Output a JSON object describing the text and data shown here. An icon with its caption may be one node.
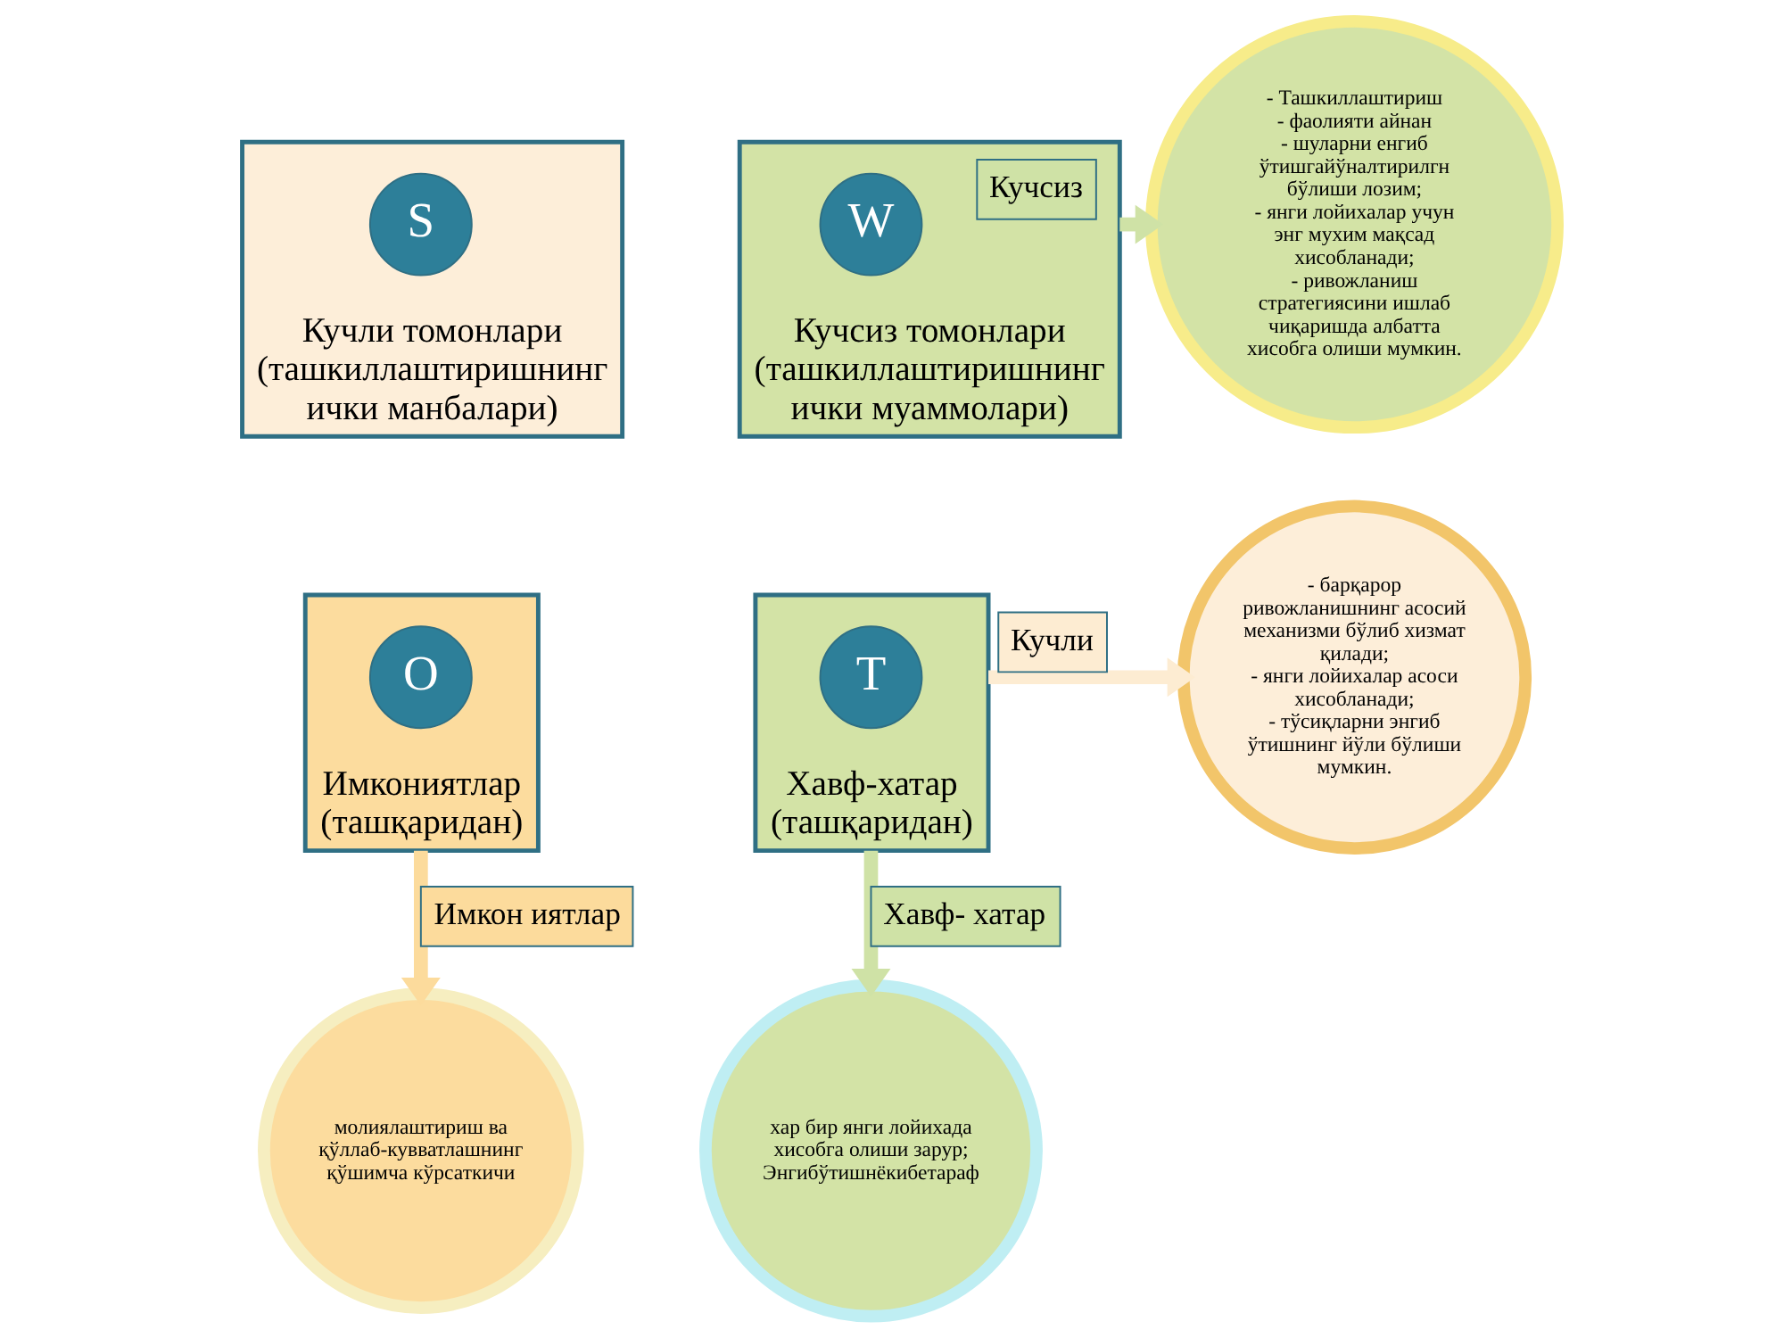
{
  "diagram": {
    "nodes": [
      {
        "text": [
          "Кучли томонлари (ташкиллаштиришнинг ички манбалари)"
        ]
      },
      {
        "text": [
          "S"
        ],
        "in": 0
      },
      {
        "text": [
          "Кучсиз томонлари (ташкиллаштиришнинг ички муаммолари)"
        ]
      },
      {
        "text": [
          "W"
        ],
        "in": 2
      },
      {
        "text": [
          "- Ташкиллаштириш",
          "- фаолияти айнан",
          "- шуларни енгиб ўтишгайўналтирилгн бўлиши лозим;",
          "- янги лойихалар учун энг мухим мақсад хисобланади;",
          "- ривожланиш стратегиясини ишлаб чиқаришда албатта хисобга олиши мумкин."
        ]
      },
      {
        "text": [
          "Имкониятлар (ташқаридан)"
        ]
      },
      {
        "text": [
          "O"
        ],
        "in": 5
      },
      {
        "text": [
          "Хавф-хатар (ташқаридан)"
        ]
      },
      {
        "text": [
          "T"
        ],
        "in": 7
      },
      {
        "text": [
          "- барқарор ривожланишнинг асосий механизми бўлиб хизмат қилади;",
          "- янги лойихалар асоси хисобланади;",
          "- тўсиқларни энгиб ўтишнинг йўли бўлиши мумкин."
        ]
      },
      {
        "text": [
          "молиялаштириш ва қўллаб-кувватлашнинг қўшимча кўрсаткичи"
        ]
      },
      {
        "text": [
          "хар бир янги лойихада хисобга олиши зарур;",
          "Энгибўтишнёкибетараф"
        ]
      }
    ],
    "edges": [
      {
        "from": 2,
        "to": 4,
        "arrow": "to",
        "label": "Кучсиз",
        "color": "#cfe2a6"
      },
      {
        "from": 7,
        "to": 9,
        "arrow": "to",
        "label": "Кучли",
        "color": "#fdecd2"
      },
      {
        "from": 5,
        "to": 10,
        "arrow": "to",
        "label": "Имкон иятлар",
        "color": "#fcdb9c"
      },
      {
        "from": 7,
        "to": 11,
        "arrow": "to",
        "label": "Хавф- хатар",
        "color": "#cfe2a6"
      }
    ]
  }
}
